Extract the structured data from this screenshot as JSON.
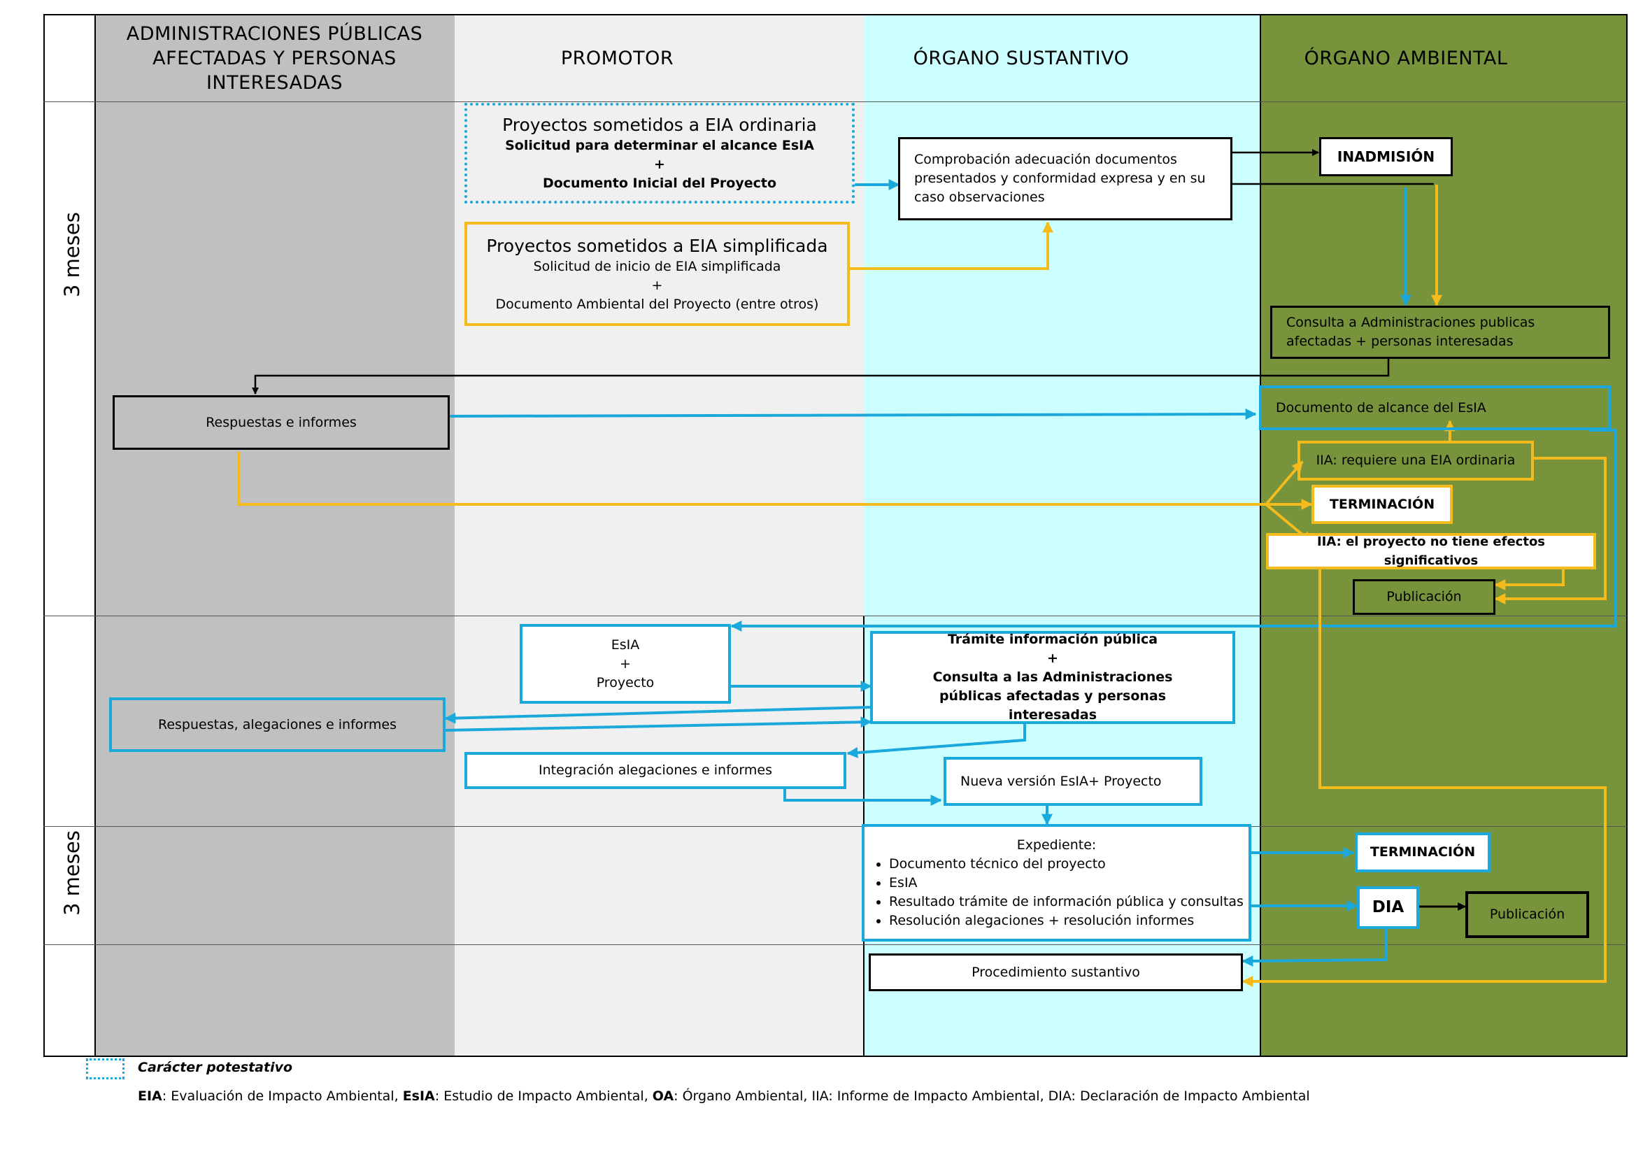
{
  "lanes": {
    "admin": "ADMINISTRACIONES PÚBLICAS AFECTADAS Y PERSONAS INTERESADAS",
    "promotor": "PROMOTOR",
    "sustantivo": "ÓRGANO SUSTANTIVO",
    "ambiental": "ÓRGANO AMBIENTAL"
  },
  "time_labels": [
    "3 meses",
    "3 meses"
  ],
  "colors": {
    "admin_lane": "#c0c0c0",
    "promotor_lane": "#f0f0f0",
    "sustantivo_lane": "#ccffff",
    "ambiental_lane": "#77933c",
    "ordinary_flow": "#1ba9dc",
    "simplified_flow": "#f4bb1c"
  },
  "nodes": {
    "eia_ordinaria": {
      "title": "Proyectos sometidos a EIA ordinaria",
      "line1": "Solicitud para determinar el alcance EsIA",
      "plus": "+",
      "line2": "Documento Inicial del Proyecto"
    },
    "eia_simplificada": {
      "title": "Proyectos sometidos a EIA simplificada",
      "line1": "Solicitud de inicio de EIA simplificada",
      "plus": "+",
      "line2": "Documento Ambiental del Proyecto (entre otros)"
    },
    "comprobacion": "Comprobación adecuación documentos presentados y conformidad expresa y en su caso observaciones",
    "inadmision": "INADMISIÓN",
    "consulta": "Consulta a Administraciones publicas afectadas + personas interesadas",
    "respuestas": "Respuestas e informes",
    "doc_alcance": "Documento de alcance del EsIA",
    "iia_ordinaria": "IIA: requiere una EIA ordinaria",
    "terminacion_1": "TERMINACIÓN",
    "iia_no_efectos": "IIA: el proyecto no tiene efectos significativos",
    "publicacion_1": "Publicación",
    "esia_proyecto": {
      "l1": "EsIA",
      "l2": "+",
      "l3": "Proyecto"
    },
    "tramite": {
      "l1": "Trámite información pública",
      "l2": "+",
      "l3": "Consulta a las Administraciones públicas afectadas y personas interesadas"
    },
    "respuestas_alegaciones": "Respuestas, alegaciones e informes",
    "integracion": "Integración alegaciones e informes",
    "nueva_version": "Nueva versión EsIA+ Proyecto",
    "expediente": {
      "title": "Expediente:",
      "items": [
        "Documento técnico del proyecto",
        "EsIA",
        "Resultado trámite de información pública y consultas",
        "Resolución alegaciones + resolución informes"
      ]
    },
    "terminacion_2": "TERMINACIÓN",
    "dia": "DIA",
    "publicacion_2": "Publicación",
    "procedimiento": "Procedimiento sustantivo"
  },
  "legend": {
    "potestativo": "Carácter potestativo",
    "abbreviations": [
      {
        "abbr": "EIA",
        "text": ": Evaluación de Impacto Ambiental, "
      },
      {
        "abbr": "EsIA",
        "text": ": Estudio de Impacto Ambiental, "
      },
      {
        "abbr": "OA",
        "text": ": Órgano Ambiental, IIA: Informe de Impacto Ambiental, DIA: Declaración de Impacto Ambiental"
      }
    ]
  }
}
